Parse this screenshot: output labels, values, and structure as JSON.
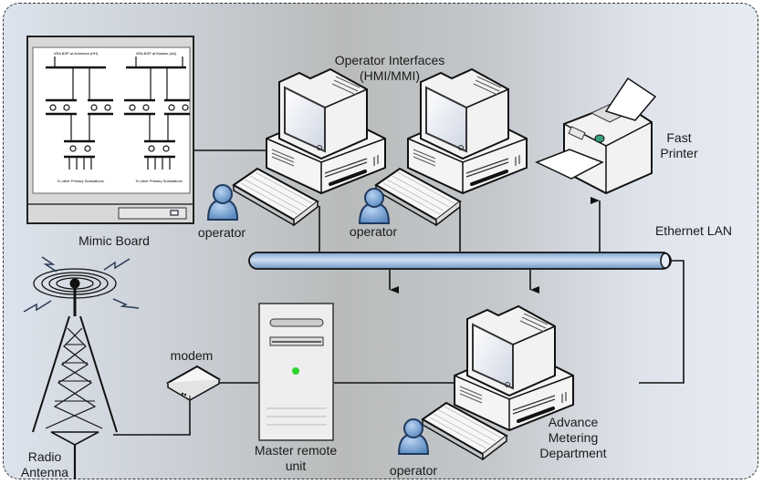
{
  "title": "SCADA / Ethernet LAN network diagram",
  "labels": {
    "operator_interfaces_line1": "Operator Interfaces",
    "operator_interfaces_line2": "(HMI/MMI)",
    "fast_printer_line1": "Fast",
    "fast_printer_line2": "Printer",
    "ethernet_lan": "Ethernet LAN",
    "mimic_board": "Mimic Board",
    "operator_1": "operator",
    "operator_2": "operator",
    "operator_3": "operator",
    "modem": "modem",
    "radio_antenna_line1": "Radio",
    "radio_antenna_line2": "Antenna",
    "master_remote_line1": "Master remote",
    "master_remote_line2": "unit",
    "amd_line1": "Advance",
    "amd_line2": "Metering",
    "amd_line3": "Department"
  },
  "mimic_panel": {
    "station_left": "VRA BSP at Achimota (HH)",
    "station_right": "VRA BSP at Mallam (AA)",
    "outgoing_left": "To other Primary Substations",
    "outgoing_right": "To other Primary Substations"
  },
  "colors": {
    "lan_bus": "#9fbfe0",
    "operator_icon": "#7aa6d6",
    "status_led": "#2fd32f",
    "printer_led": "#3aa07a"
  }
}
